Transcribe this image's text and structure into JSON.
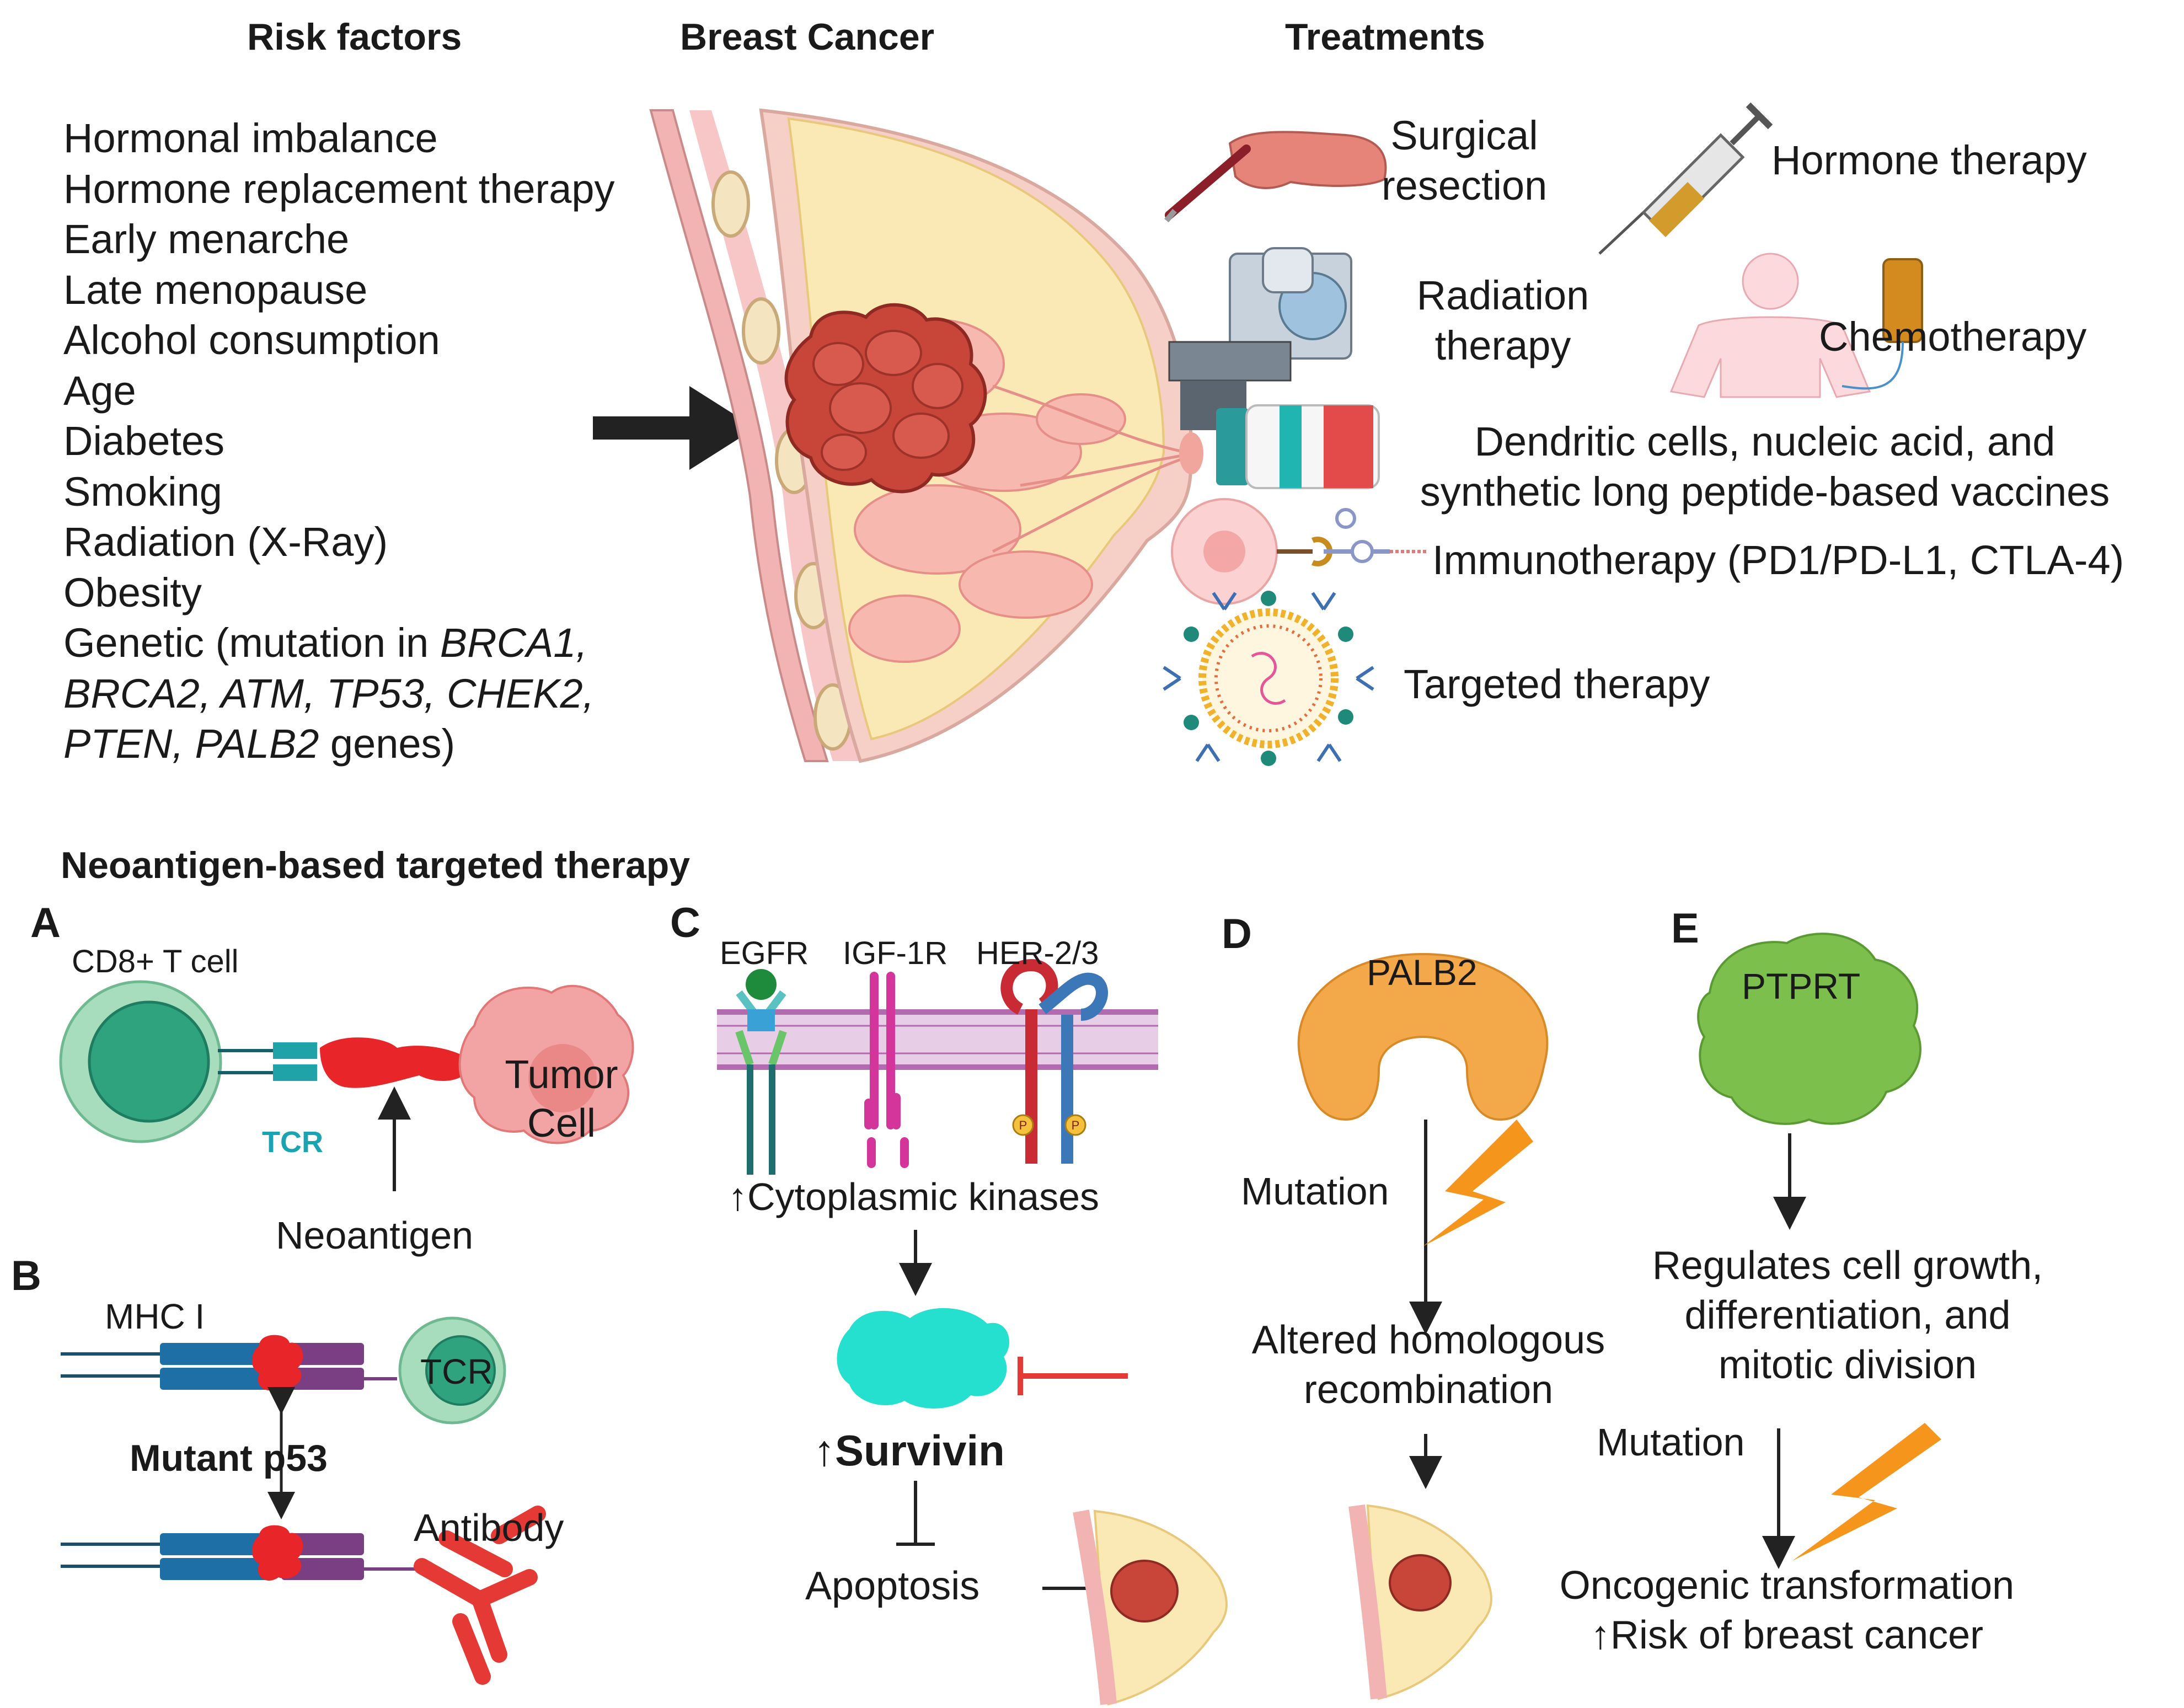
{
  "headers": {
    "risk_factors": "Risk factors",
    "breast_cancer": "Breast Cancer",
    "treatments": "Treatments"
  },
  "risk_factors": [
    "Hormonal imbalance",
    "Hormone replacement therapy",
    "Early menarche",
    "Late menopause",
    "Alcohol consumption",
    "Age",
    "Diabetes",
    "Smoking",
    "Radiation (X-Ray)",
    "Obesity"
  ],
  "genetic": {
    "line1_prefix": "Genetic (mutation in ",
    "line1_genes": "BRCA1,",
    "line2_genes": "BRCA2, ATM, TP53, CHEK2,",
    "line3_genes": "PTEN, PALB2",
    "line3_suffix": " genes)"
  },
  "treatments": {
    "surgical_l1": "Surgical",
    "surgical_l2": "resection",
    "hormone": "Hormone therapy",
    "radiation_l1": "Radiation",
    "radiation_l2": "therapy",
    "chemo": "Chemotherapy",
    "vaccines_l1": "Dendritic cells, nucleic acid, and",
    "vaccines_l2": "synthetic long peptide-based vaccines",
    "immuno": "Immunotherapy (PD1/PD-L1, CTLA-4)",
    "targeted": "Targeted therapy"
  },
  "neoantigen_title": "Neoantigen-based targeted therapy",
  "panel_a": {
    "letter": "A",
    "cd8": "CD8+ T cell",
    "tcr": "TCR",
    "tumor_l1": "Tumor",
    "tumor_l2": "Cell",
    "neoantigen": "Neoantigen"
  },
  "panel_b": {
    "letter": "B",
    "mhc": "MHC I",
    "tcr": "TCR",
    "mutant": "Mutant p53",
    "antibody": "Antibody"
  },
  "panel_c": {
    "letter": "C",
    "egfr": "EGFR",
    "igf": "IGF-1R",
    "her": "HER-2/3",
    "phospho": "P",
    "kinases": "↑Cytoplasmic kinases",
    "survivin": "↑Survivin",
    "apoptosis": "Apoptosis"
  },
  "panel_d": {
    "letter": "D",
    "protein": "PALB2",
    "mutation": "Mutation",
    "altered_l1": "Altered homologous",
    "altered_l2": "recombination"
  },
  "panel_e": {
    "letter": "E",
    "protein": "PTPRT",
    "regulates_l1": "Regulates cell growth,",
    "regulates_l2": "differentiation, and",
    "regulates_l3": "mitotic division",
    "mutation": "Mutation",
    "onco_l1": "Oncogenic transformation",
    "onco_l2": "↑Risk of breast cancer"
  },
  "colors": {
    "tumor": "#c8453a",
    "tissue_yellow": "#fbe9b5",
    "skin_pink": "#f6c9c4",
    "teal": "#1aa3b0",
    "survivin": "#26e0cf",
    "palb2": "#f3a94a",
    "ptprt": "#7cbf4c",
    "lightning": "#f5951c",
    "inhibit_red": "#e53935",
    "tcell": "#8fd1ad",
    "mhc_blue": "#1d6fa5",
    "mhc_purple": "#7a3e83"
  }
}
